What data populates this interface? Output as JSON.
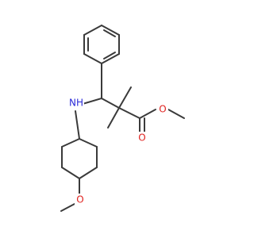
{
  "molecule": {
    "atom_labels": {
      "nh": "NH",
      "ester_o": "O",
      "carbonyl_o": "O",
      "methoxy_o": "O"
    },
    "colors": {
      "bond": "#3a3a3a",
      "oxygen": "#e0221f",
      "nitrogen": "#2a2ad8",
      "background": "#ffffff"
    }
  }
}
